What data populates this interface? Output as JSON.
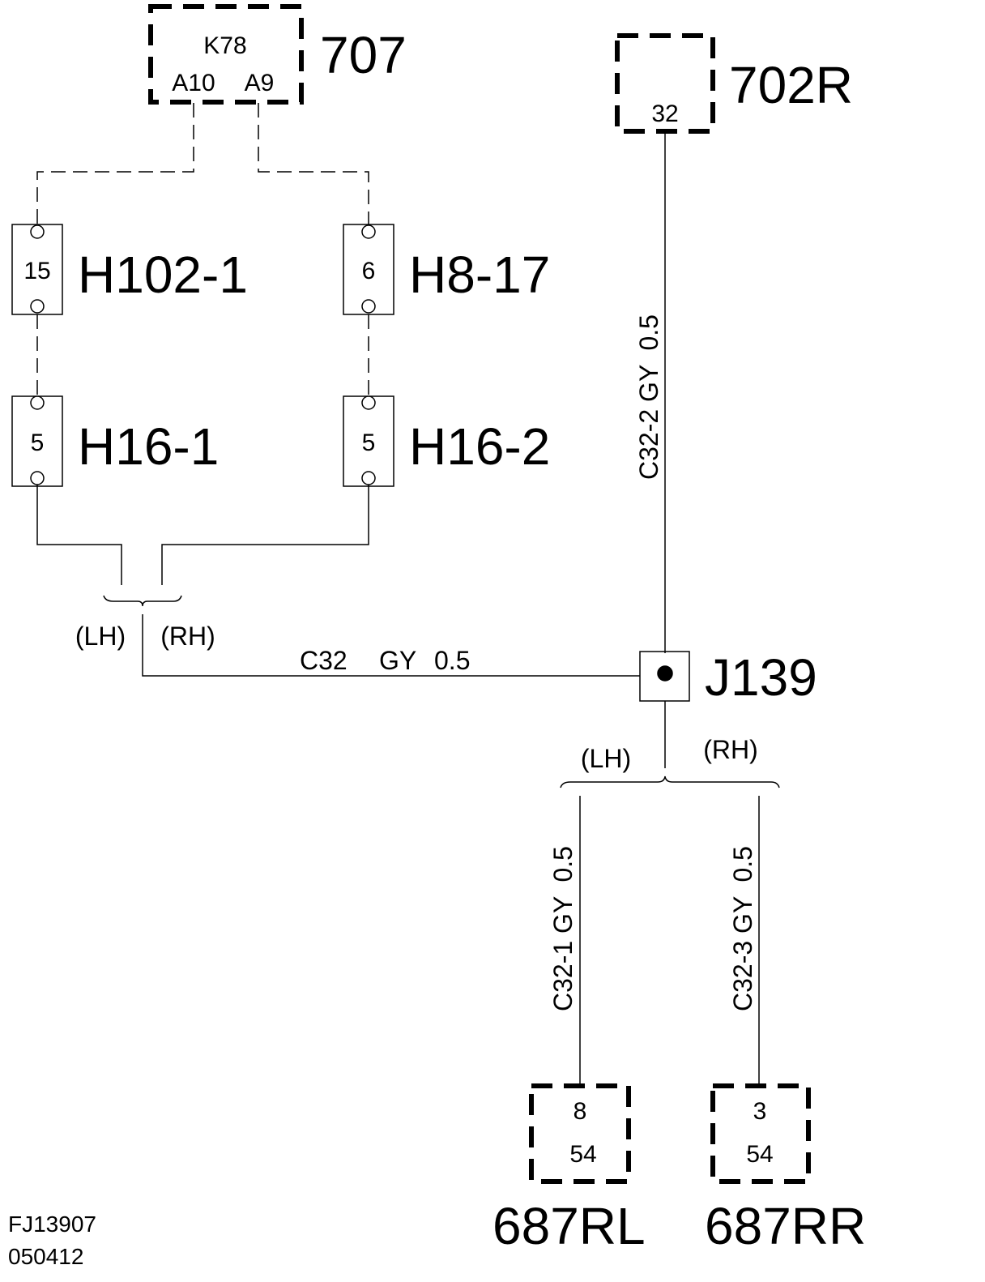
{
  "colors": {
    "line": "#000000",
    "background": "#ffffff"
  },
  "components": {
    "c707": {
      "ref": "707",
      "name": "K78",
      "pin_left": "A10",
      "pin_right": "A9"
    },
    "c702r": {
      "ref": "702R",
      "pin": "32"
    },
    "c687rl": {
      "ref": "687RL",
      "pin_top": "8",
      "pin_bottom": "54"
    },
    "c687rr": {
      "ref": "687RR",
      "pin_top": "3",
      "pin_bottom": "54"
    }
  },
  "connectors": {
    "h102_1": {
      "ref": "H102-1",
      "pin": "15"
    },
    "h8_17": {
      "ref": "H8-17",
      "pin": "6"
    },
    "h16_1": {
      "ref": "H16-1",
      "pin": "5"
    },
    "h16_2": {
      "ref": "H16-2",
      "pin": "5"
    }
  },
  "splice": {
    "ref": "J139"
  },
  "wires": {
    "c32": {
      "id": "C32",
      "color": "GY",
      "size": "0.5"
    },
    "c32_2": "C32-2 GY  0.5",
    "c32_1": "C32-1 GY  0.5",
    "c32_3": "C32-3 GY  0.5"
  },
  "options": {
    "left_lh": "(LH)",
    "left_rh": "(RH)",
    "right_lh": "(LH)",
    "right_rh": "(RH)"
  },
  "drawing": {
    "number": "FJ13907",
    "date": "050412"
  }
}
